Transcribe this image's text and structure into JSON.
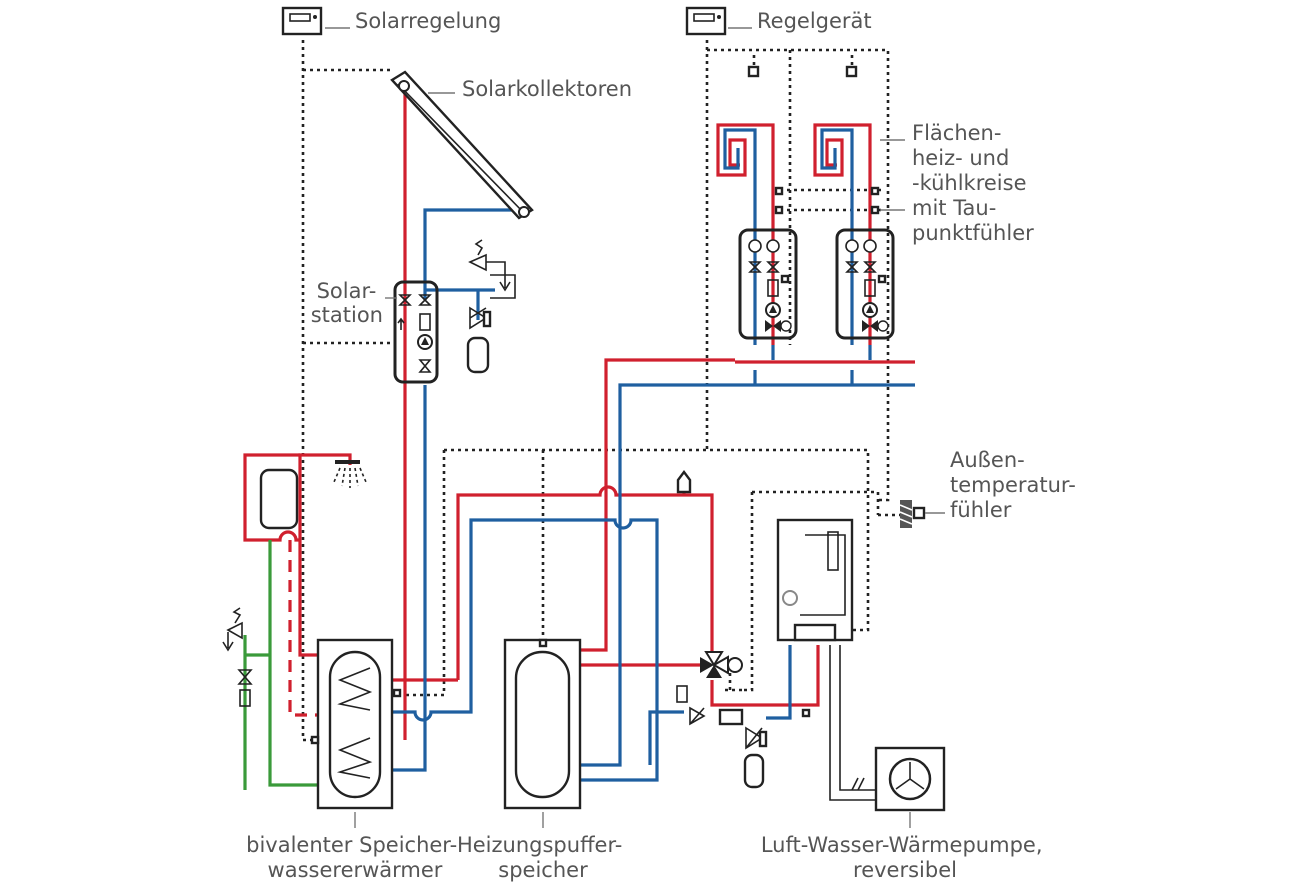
{
  "labels": {
    "solar_control": "Solarregelung",
    "controller": "Regelgerät",
    "solar_collectors": "Solarkollektoren",
    "surface_circuits": [
      "Flächen-",
      "heiz- und",
      "-kühlkreise",
      "mit Tau-",
      "punktfühler"
    ],
    "solar_station": [
      "Solar-",
      "station"
    ],
    "outdoor_sensor": [
      "Außen-",
      "temperatur-",
      "fühler"
    ],
    "bivalent_tank": [
      "bivalenter Speicher-",
      "wassererwärmer"
    ],
    "buffer_tank": [
      "Heizungspuffer-",
      "speicher"
    ],
    "heat_pump": [
      "Luft-Wasser-Wärmepumpe,",
      "reversibel"
    ]
  },
  "colors": {
    "flow": "#d0202e",
    "return": "#1f5fa0",
    "cold_water": "#3a9a3a",
    "control": "#222222",
    "label": "#555555"
  },
  "icons": [
    "controller-icon",
    "solar-collector-icon",
    "shower-icon",
    "safety-valve-icon",
    "expansion-vessel-icon",
    "pump-icon",
    "mixing-valve-icon",
    "underfloor-coil-icon",
    "fan-icon"
  ]
}
